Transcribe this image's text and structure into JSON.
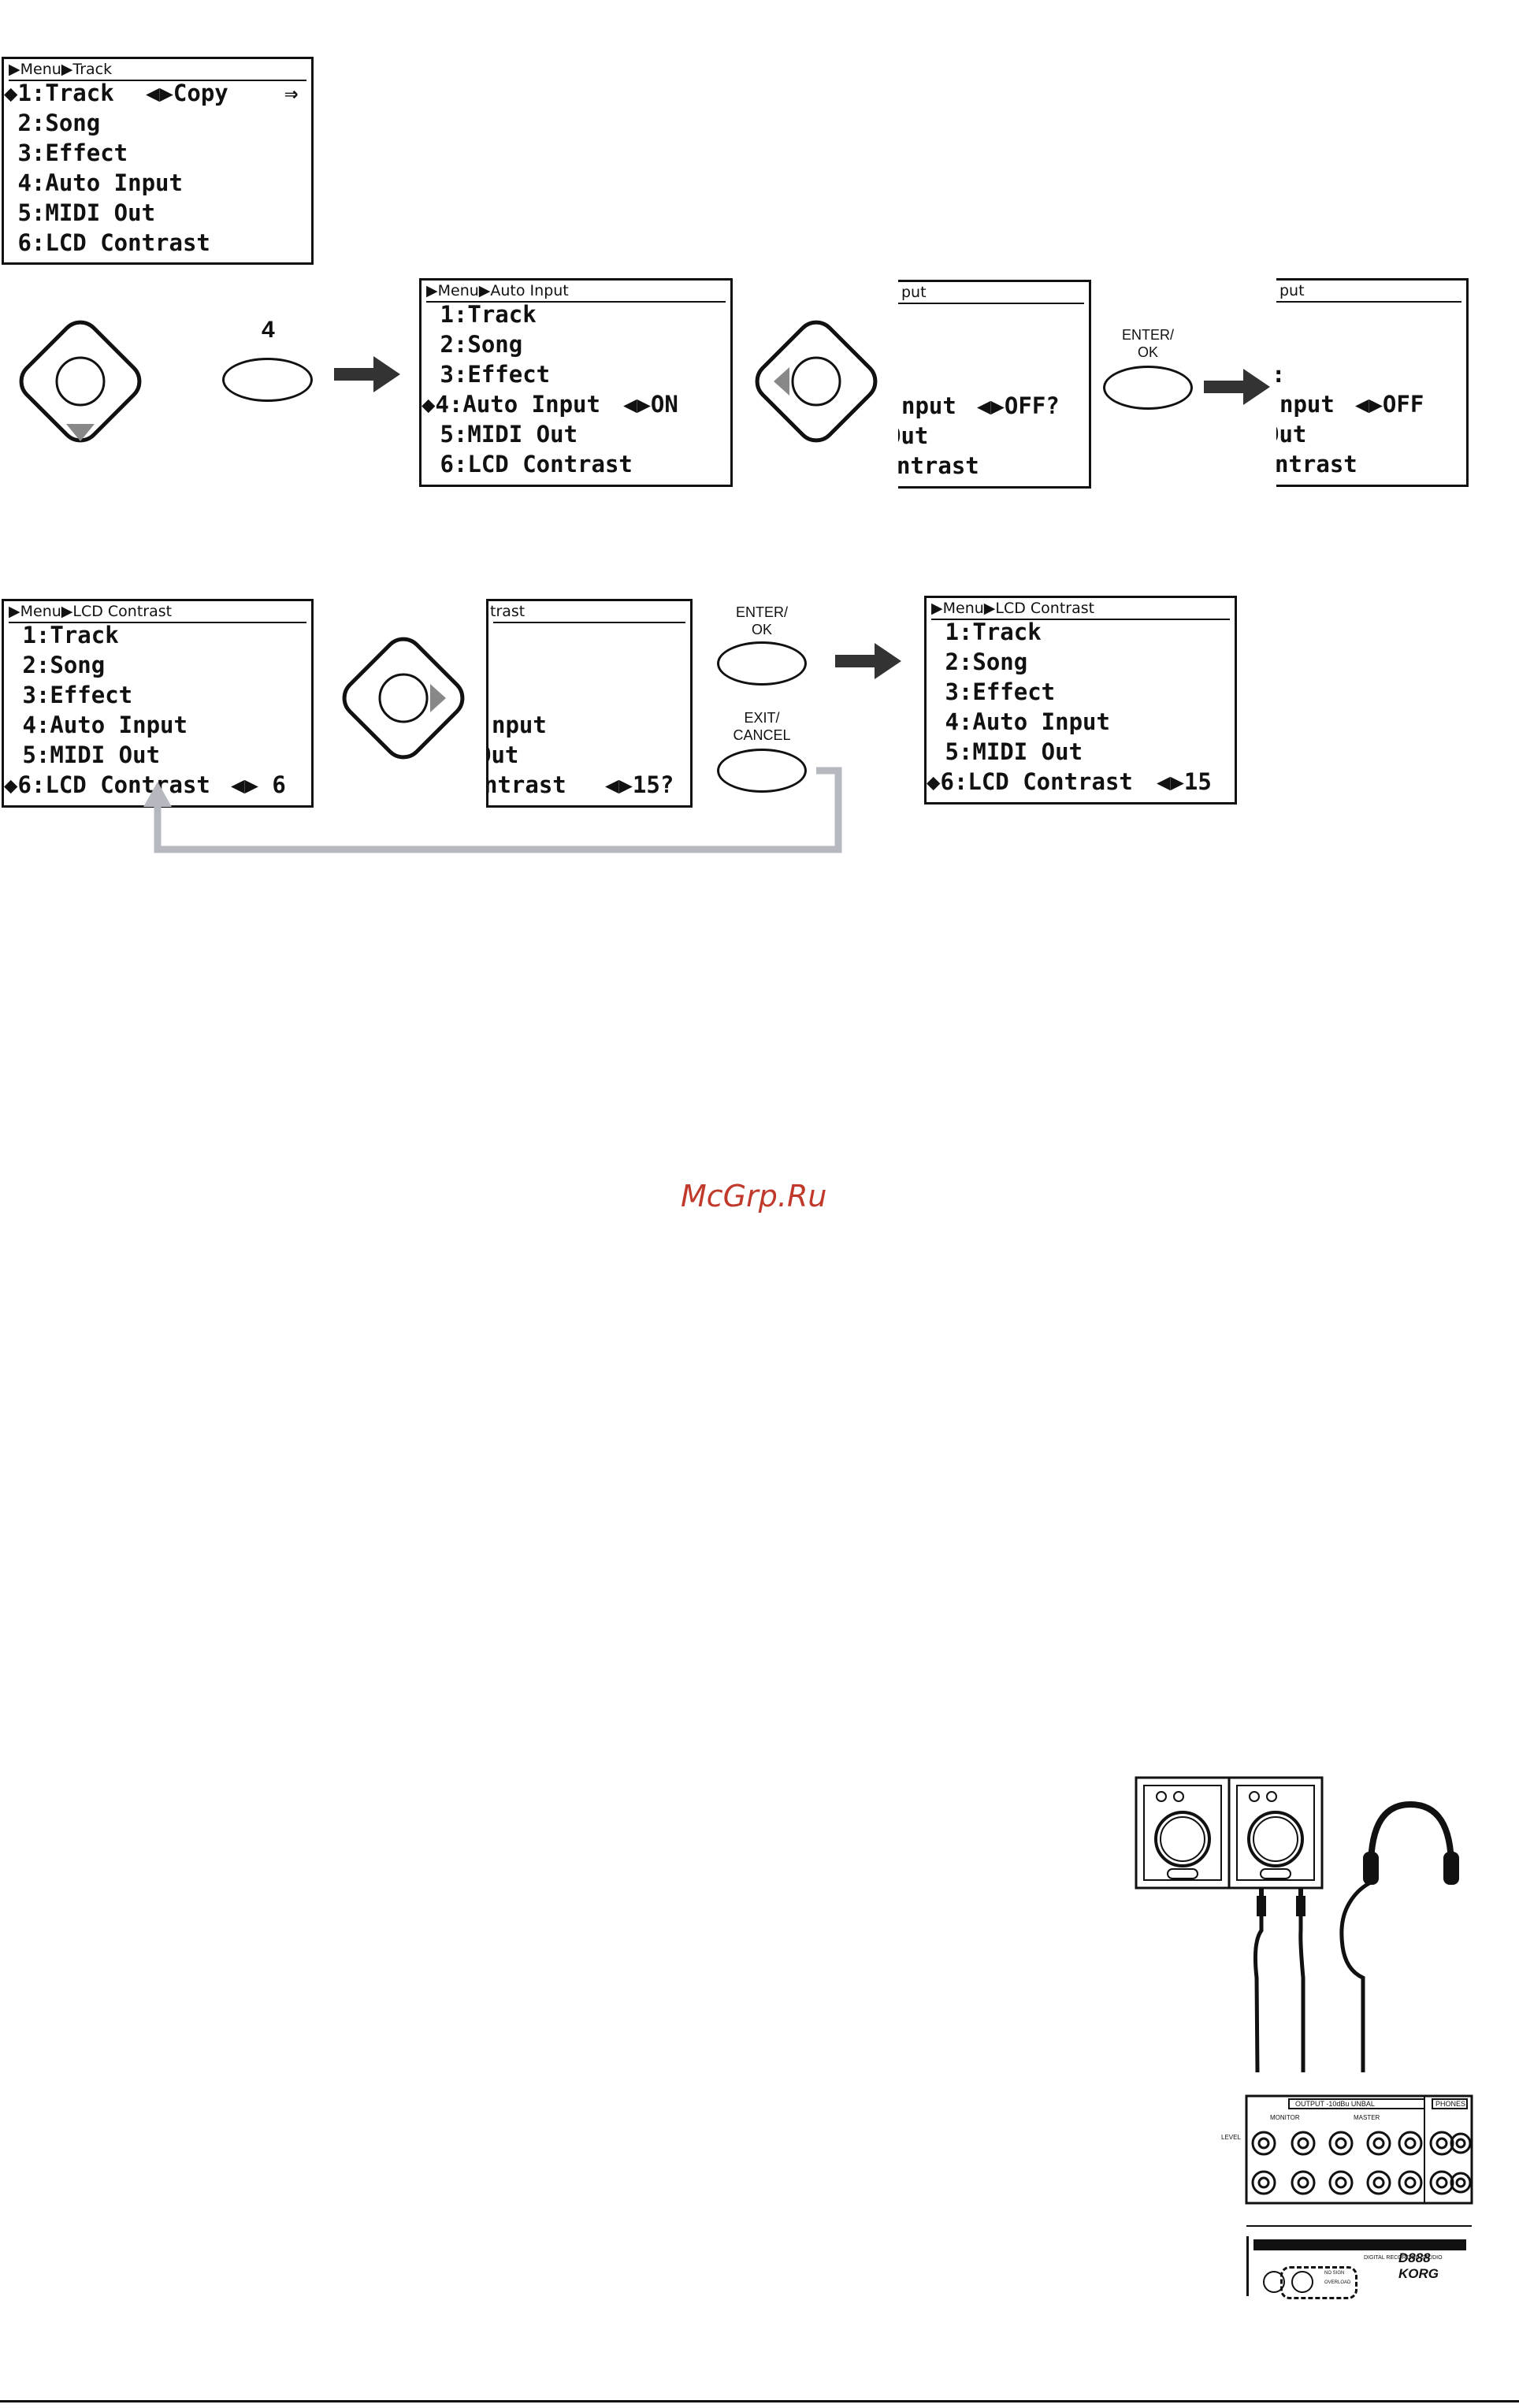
{
  "lcd1": {
    "header": "▶Menu▶Track",
    "rows": [
      {
        "text": "◆1:Track",
        "value": "◀▶Copy",
        "extra": "⇒"
      },
      {
        "text": " 2:Song"
      },
      {
        "text": " 3:Effect"
      },
      {
        "text": " 4:Auto Input"
      },
      {
        "text": " 5:MIDI Out"
      },
      {
        "text": " 6:LCD Contrast"
      }
    ]
  },
  "button_4": {
    "label": "4"
  },
  "lcd2": {
    "header": "▶Menu▶Auto Input",
    "rows": [
      {
        "text": " 1:Track"
      },
      {
        "text": " 2:Song"
      },
      {
        "text": " 3:Effect"
      },
      {
        "text": "◆4:Auto Input",
        "value": "◀▶ON"
      },
      {
        "text": " 5:MIDI Out"
      },
      {
        "text": " 6:LCD Contrast"
      }
    ]
  },
  "lcd3": {
    "header": "put",
    "rows": [
      {
        "text": "nput",
        "value": "◀▶OFF?"
      },
      {
        "text": "Out"
      },
      {
        "text": "ntrast"
      }
    ]
  },
  "enter_ok_1": {
    "line1": "ENTER/",
    "line2": "OK"
  },
  "lcd4": {
    "header": "put",
    "cursor": ":",
    "rows": [
      {
        "text": "nput",
        "value": "◀▶OFF"
      },
      {
        "text": "Out"
      },
      {
        "text": "ntrast"
      }
    ]
  },
  "lcd5": {
    "header": "▶Menu▶LCD Contrast",
    "rows": [
      {
        "text": " 1:Track"
      },
      {
        "text": " 2:Song"
      },
      {
        "text": " 3:Effect"
      },
      {
        "text": " 4:Auto Input"
      },
      {
        "text": " 5:MIDI Out"
      },
      {
        "text": "◆6:LCD Contrast",
        "value": "◀▶ 6"
      }
    ]
  },
  "lcd6": {
    "header": "trast",
    "rows": [
      {
        "text": "nput"
      },
      {
        "text": "Out"
      },
      {
        "text": "ntrast",
        "value": "◀▶15?"
      }
    ]
  },
  "enter_ok_2": {
    "line1": "ENTER/",
    "line2": "OK"
  },
  "exit_cancel": {
    "line1": "EXIT/",
    "line2": "CANCEL"
  },
  "lcd7": {
    "header": "▶Menu▶LCD Contrast",
    "rows": [
      {
        "text": " 1:Track"
      },
      {
        "text": " 2:Song"
      },
      {
        "text": " 3:Effect"
      },
      {
        "text": " 4:Auto Input"
      },
      {
        "text": " 5:MIDI Out"
      },
      {
        "text": "◆6:LCD Contrast",
        "value": "◀▶15"
      }
    ]
  },
  "watermark": "McGrp.Ru",
  "panel": {
    "output_label": "OUTPUT -10dBu UNBAL",
    "monitor": "MONITOR",
    "master": "MASTER",
    "phones": "PHONES",
    "level": "LEVEL",
    "brand": "D888 KORG",
    "subtitle": "DIGITAL RECORDING STUDIO",
    "on": "NO SIGN",
    "ovl": "OVERLOAD"
  }
}
